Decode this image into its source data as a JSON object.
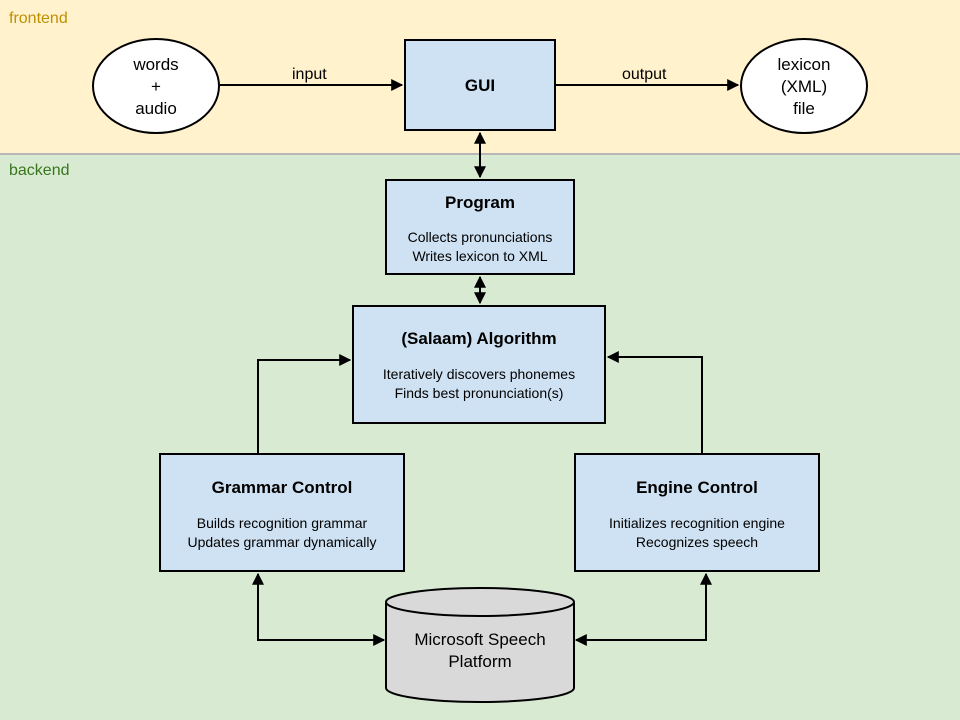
{
  "regions": {
    "frontend": {
      "label": "frontend",
      "color": "#bf9000",
      "fill": "#fff2cc"
    },
    "backend": {
      "label": "backend",
      "color": "#38761d",
      "fill": "#d9ead3"
    }
  },
  "nodes": {
    "input": {
      "lines": [
        "words",
        "+",
        "audio"
      ]
    },
    "gui": {
      "title": "GUI"
    },
    "output": {
      "lines": [
        "lexicon",
        "(XML)",
        "file"
      ]
    },
    "program": {
      "title": "Program",
      "lines": [
        "Collects pronunciations",
        "Writes lexicon to XML"
      ]
    },
    "algorithm": {
      "title": "(Salaam) Algorithm",
      "lines": [
        "Iteratively discovers phonemes",
        "Finds best pronunciation(s)"
      ]
    },
    "grammar": {
      "title": "Grammar Control",
      "lines": [
        "Builds recognition grammar",
        "Updates grammar dynamically"
      ]
    },
    "engine": {
      "title": "Engine Control",
      "lines": [
        "Initializes recognition engine",
        "Recognizes speech"
      ]
    },
    "platform": {
      "lines": [
        "Microsoft Speech",
        "Platform"
      ]
    }
  },
  "edges": {
    "input_label": "input",
    "output_label": "output"
  },
  "colors": {
    "box_fill": "#cfe2f3",
    "database_fill": "#d9d9d9",
    "stroke": "#000000"
  }
}
